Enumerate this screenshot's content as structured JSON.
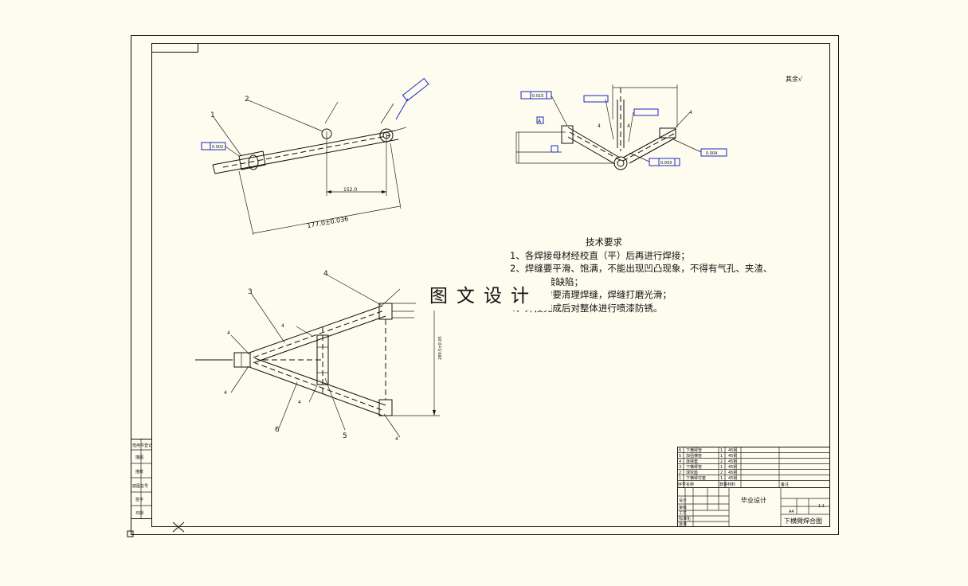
{
  "technical_requirements": {
    "title": "技术要求",
    "lines": [
      "1、各焊接母材经校直（平）后再进行焊接；",
      "2、焊缝要平滑、饱满，不能出现凹凸现象，不得有气孔、夹渣、",
      "咬边等焊接缺陷；",
      "3、焊后需要清理焊缝，焊缝打磨光滑；",
      "4、焊接完成后对整体进行喷漆防锈。"
    ]
  },
  "watermark": "图文设计",
  "part_numbers": [
    "1",
    "2",
    "3",
    "4",
    "5",
    "6"
  ],
  "dimensions": {
    "d_152": "152.0",
    "d_177": "177.0±0.036",
    "d_289": "289.5±0.05",
    "d_flat": "0.002",
    "d_par1": "0.015",
    "d_par2": "0.003",
    "d_par3": "0.004",
    "d_ref_a": "A"
  },
  "welds": [
    "4",
    "4",
    "4",
    "4",
    "4",
    "4",
    "4",
    "4"
  ],
  "roughness_symbol": "其余√",
  "title_block": {
    "project": "毕业设计",
    "drawing_name": "下横臂焊合图",
    "parts_rows": [
      {
        "no": "6",
        "name": "下横臂管",
        "qty": "1",
        "material": "45钢"
      },
      {
        "no": "5",
        "name": "加强横管",
        "qty": "1",
        "material": "45钢"
      },
      {
        "no": "4",
        "name": "连接套",
        "qty": "2",
        "material": "45钢"
      },
      {
        "no": "3",
        "name": "下横臂管",
        "qty": "1",
        "material": "45钢"
      },
      {
        "no": "2",
        "name": "球铰座",
        "qty": "2",
        "material": "45钢"
      },
      {
        "no": "1",
        "name": "下横臂衬套",
        "qty": "1",
        "material": "45钢"
      }
    ],
    "header": {
      "no": "序号",
      "name": "名称",
      "qty": "数量",
      "material": "材料",
      "remark": "备注"
    },
    "scale": "1:1",
    "sheet": "A4",
    "sign_labels": [
      "设计",
      "审核",
      "工艺",
      "标准化",
      "批准"
    ]
  },
  "left_strip": [
    "借用件登记",
    "描图",
    "描校",
    "底图总号",
    "签字",
    "日期"
  ]
}
